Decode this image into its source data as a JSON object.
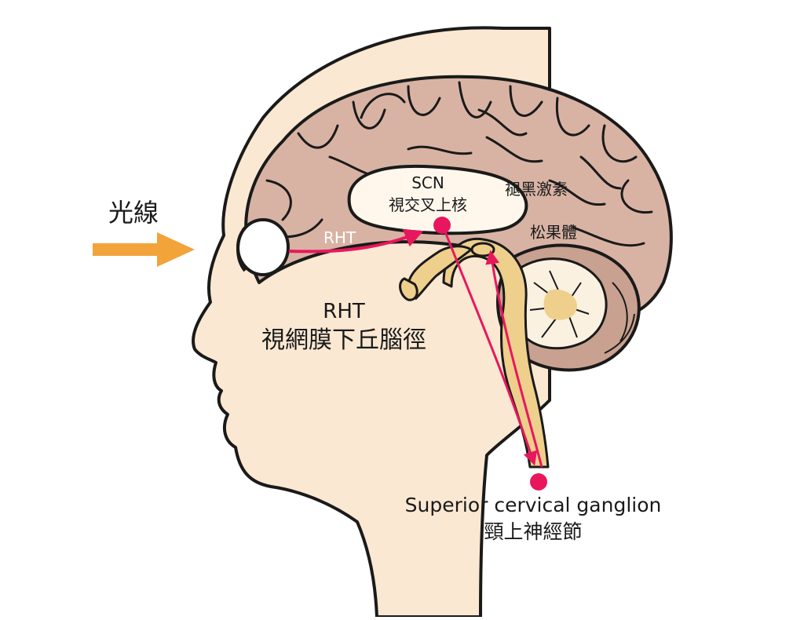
{
  "labels": {
    "light": "光線",
    "scn": "SCN",
    "scn_zh": "視交叉上核",
    "melatonin": "褪黑激素",
    "pineal": "松果體",
    "rht_arrow": "RHT",
    "rht": "RHT",
    "rht_zh": "視網膜下丘腦徑",
    "scg": "Superior cervical ganglion",
    "scg_zh": "頸上神經節"
  },
  "colors": {
    "skin": "#fbe8d2",
    "brain": "#d8b3a4",
    "brainstem": "#efcf8c",
    "cerebellum": "#c9a190",
    "pathway": "#e8175d",
    "light_arrow": "#f2a33a",
    "outline": "#1a1a1a"
  },
  "icons": {
    "light_arrow": "arrow-right-icon",
    "eye": "eye-icon",
    "scn_node": "dot-icon",
    "scg_node": "dot-icon"
  }
}
